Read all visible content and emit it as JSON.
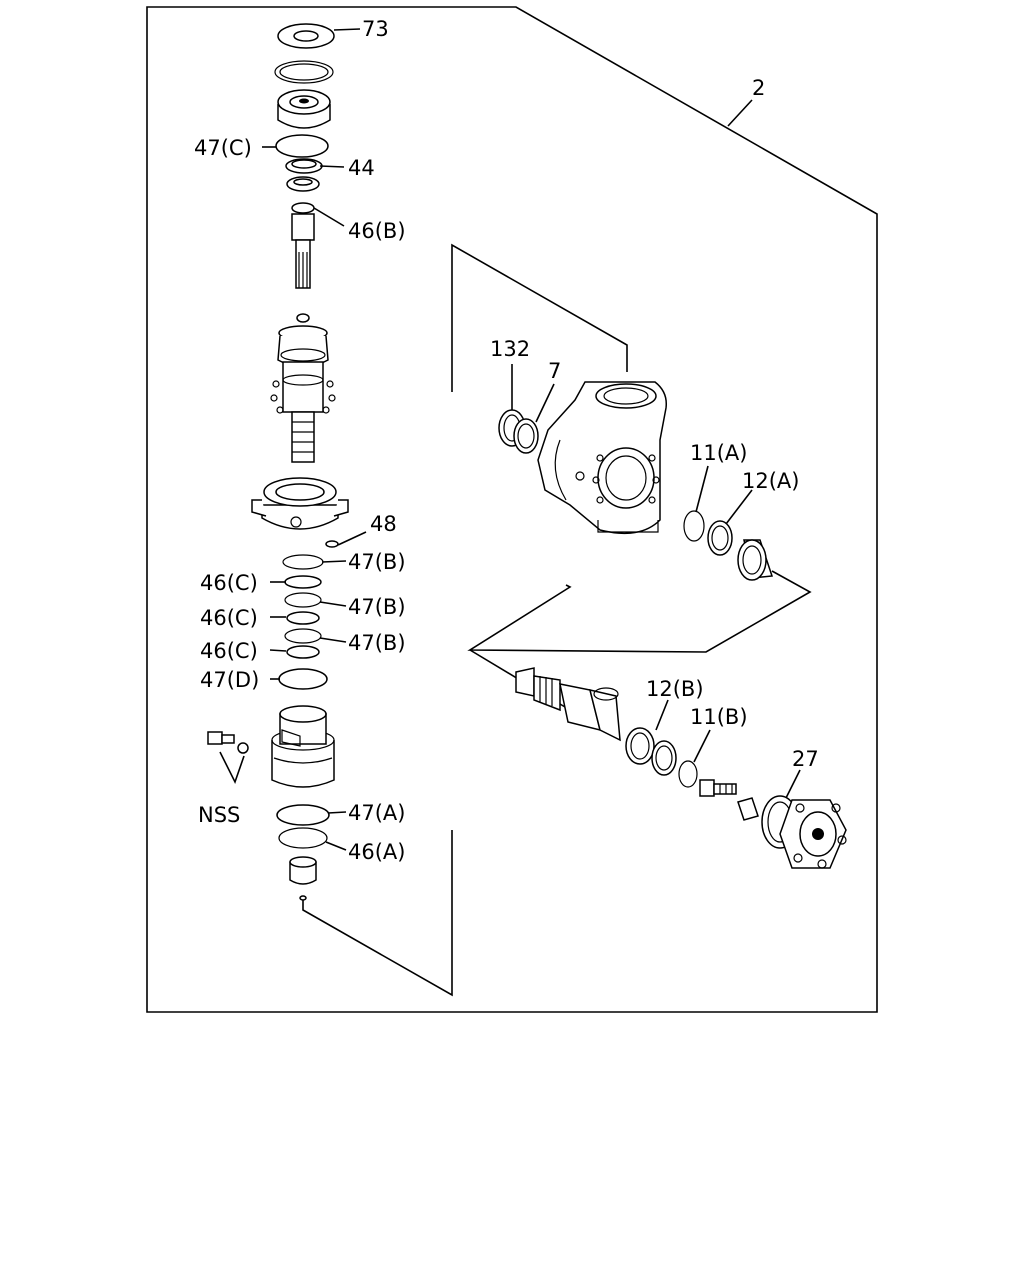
{
  "diagram": {
    "labels": {
      "assembly": "2",
      "p73": "73",
      "p47c_top": "47(C)",
      "p44": "44",
      "p46b": "46(B)",
      "p48": "48",
      "p47b_1": "47(B)",
      "p46c_1": "46(C)",
      "p47b_2": "47(B)",
      "p46c_2": "46(C)",
      "p47b_3": "47(B)",
      "p46c_3": "46(C)",
      "p47d": "47(D)",
      "nss": "NSS",
      "p47a": "47(A)",
      "p46a": "46(A)",
      "p132": "132",
      "p7": "7",
      "p11a": "11(A)",
      "p12a": "12(A)",
      "p12b": "12(B)",
      "p11b": "11(B)",
      "p27": "27"
    }
  }
}
